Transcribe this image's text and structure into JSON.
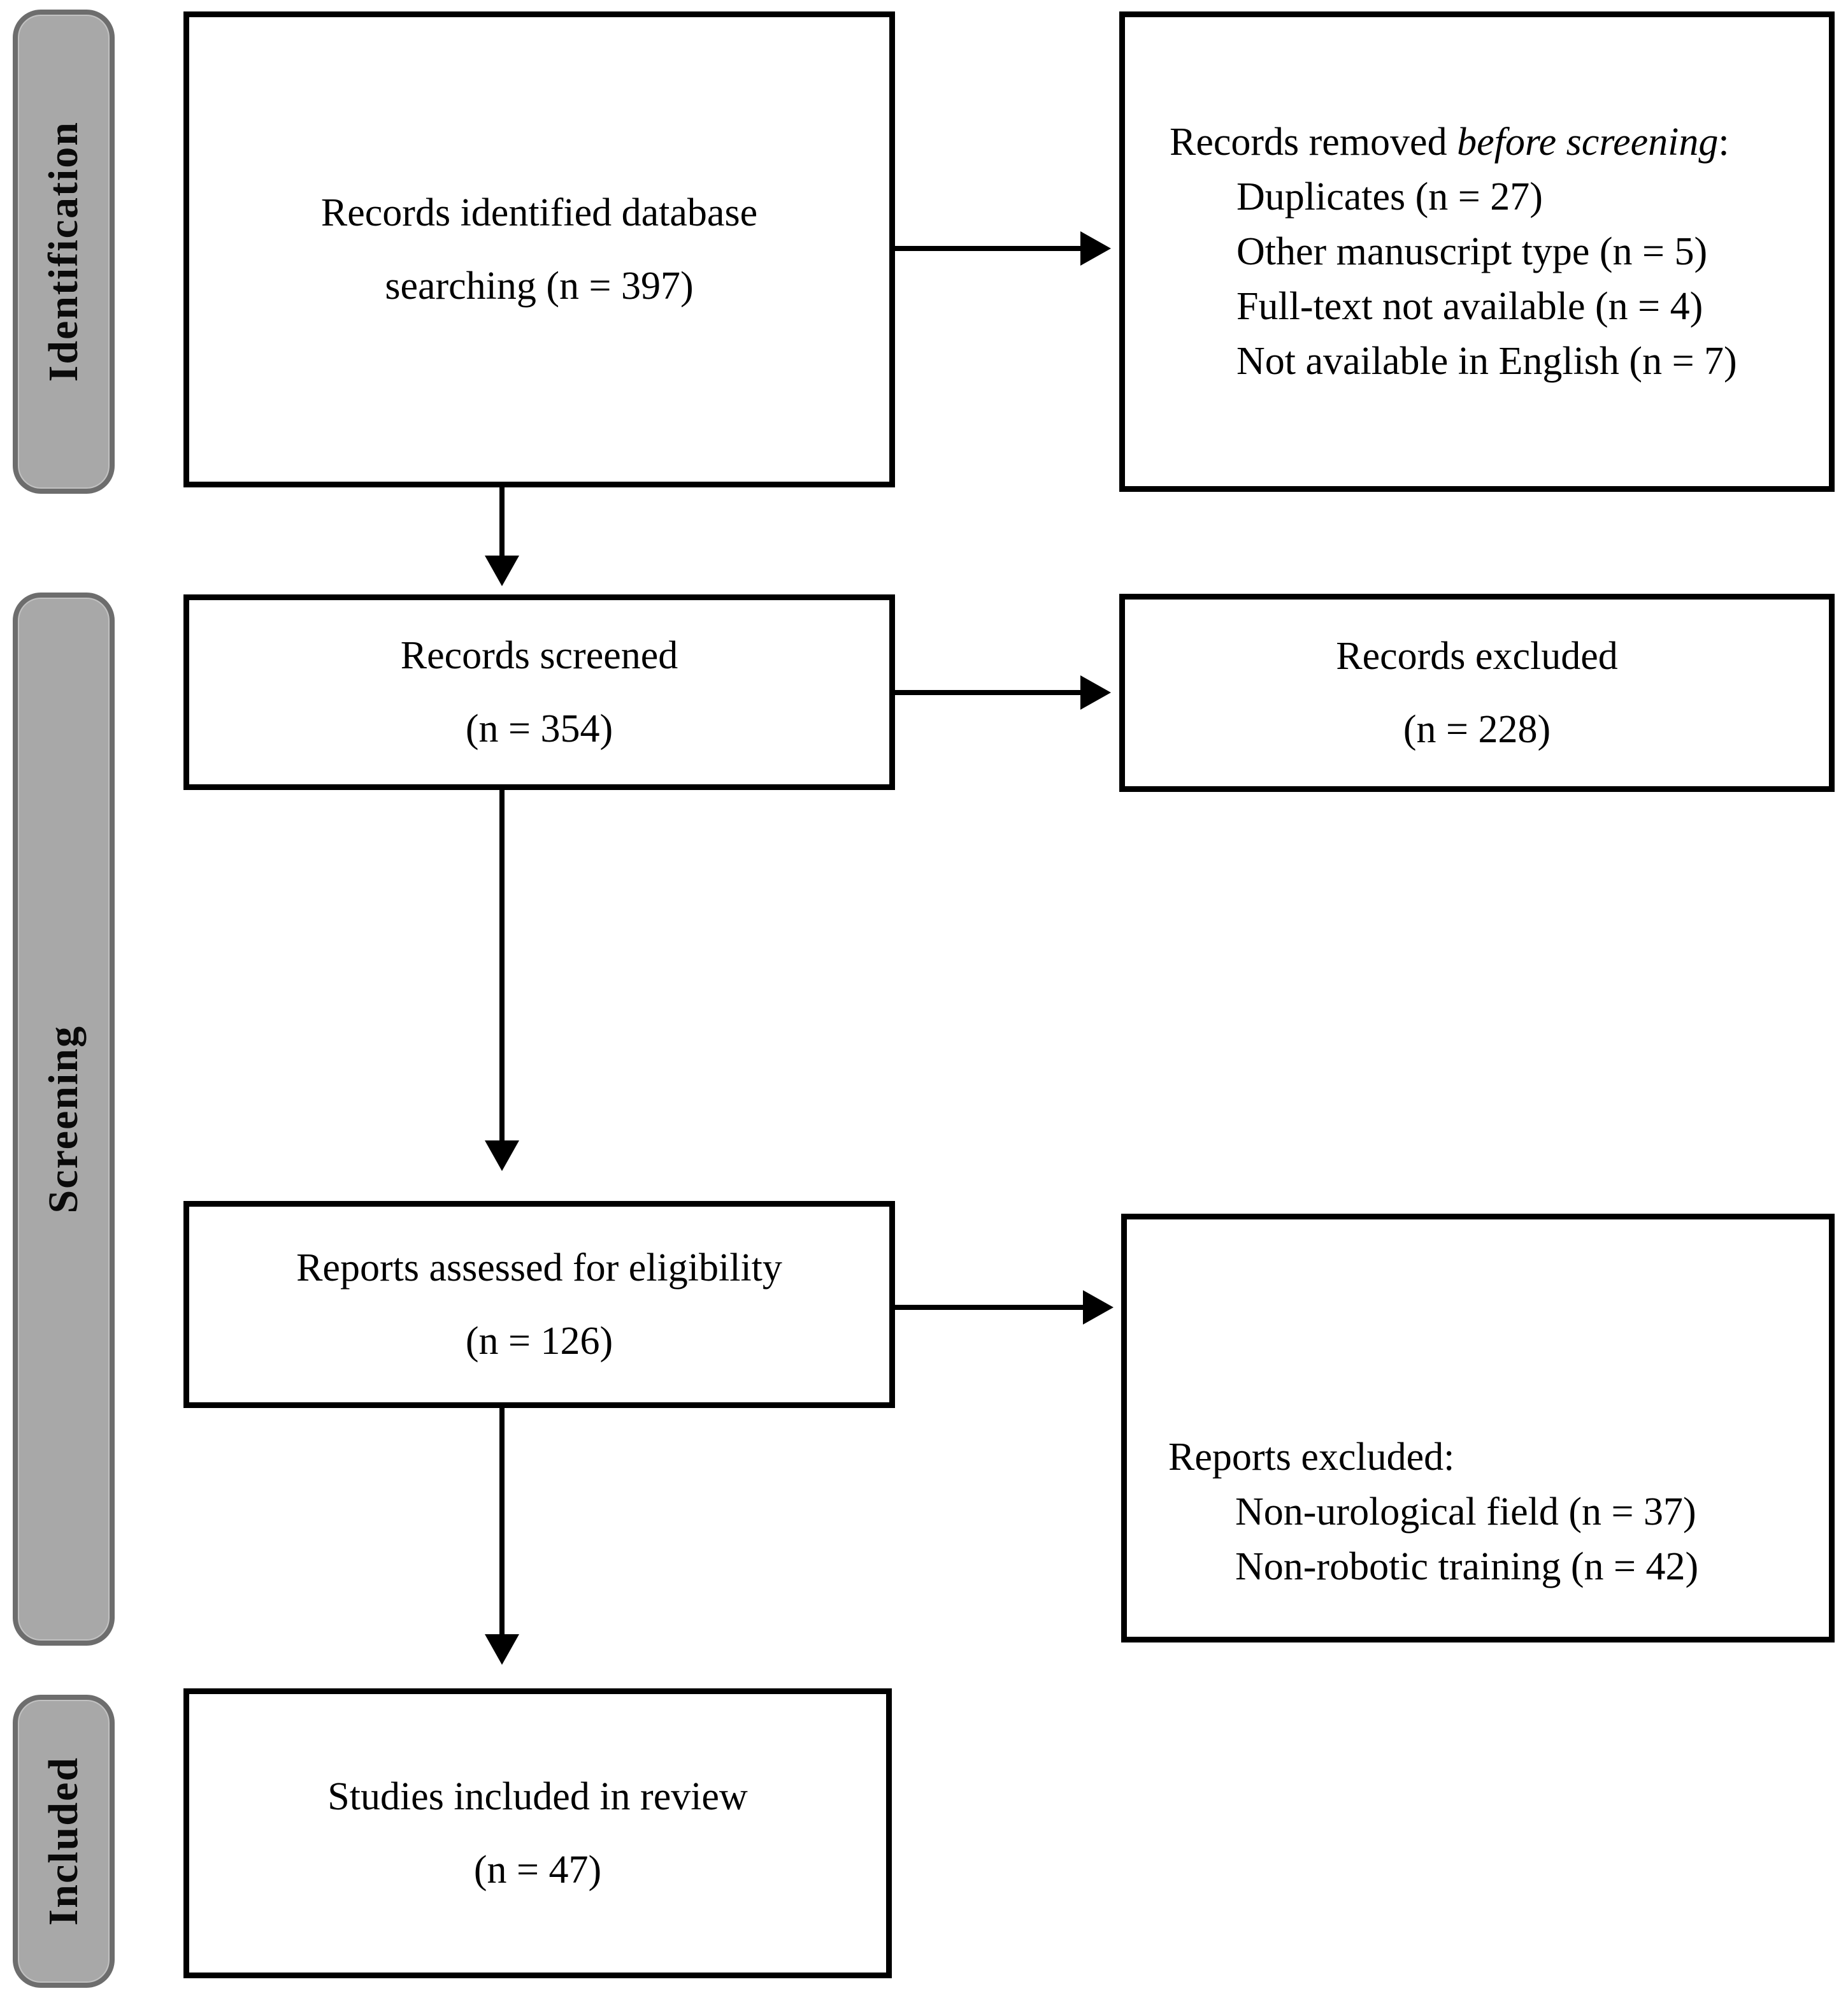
{
  "diagram": {
    "kind": "PRISMA flow diagram",
    "stages": [
      {
        "label": "Identification"
      },
      {
        "label": "Screening"
      },
      {
        "label": "Included"
      }
    ],
    "boxes": {
      "identified": {
        "lines": [
          "Records identified database",
          "searching (n = 397)"
        ]
      },
      "removed": {
        "title_parts": {
          "prefix": "Records removed ",
          "italic": "before screening",
          "suffix": ":"
        },
        "items": [
          "Duplicates (n = 27)",
          "Other manuscript type (n = 5)",
          "Full-text not available (n = 4)",
          "Not available in English (n = 7)"
        ]
      },
      "screened": {
        "lines": [
          "Records screened",
          "(n = 354)"
        ]
      },
      "excluded": {
        "lines": [
          "Records excluded",
          "(n = 228)"
        ]
      },
      "assessed": {
        "lines": [
          "Reports assessed for eligibility",
          "(n = 126)"
        ]
      },
      "reports_excluded": {
        "title": "Reports excluded:",
        "items": [
          "Non-urological field (n = 37)",
          "Non-robotic training (n = 42)"
        ]
      },
      "included": {
        "lines": [
          "Studies included in review",
          "(n = 47)"
        ]
      }
    },
    "arrows": [
      {
        "from": "identified",
        "to": "removed"
      },
      {
        "from": "identified",
        "to": "screened"
      },
      {
        "from": "screened",
        "to": "excluded"
      },
      {
        "from": "screened",
        "to": "assessed"
      },
      {
        "from": "assessed",
        "to": "reports_excluded"
      },
      {
        "from": "assessed",
        "to": "included"
      }
    ],
    "colors": {
      "tab_fill": "#a8a8a8",
      "tab_border": "#6d6d6d",
      "box_border": "#000000",
      "arrow": "#000000",
      "background": "#ffffff",
      "text": "#000000"
    }
  }
}
